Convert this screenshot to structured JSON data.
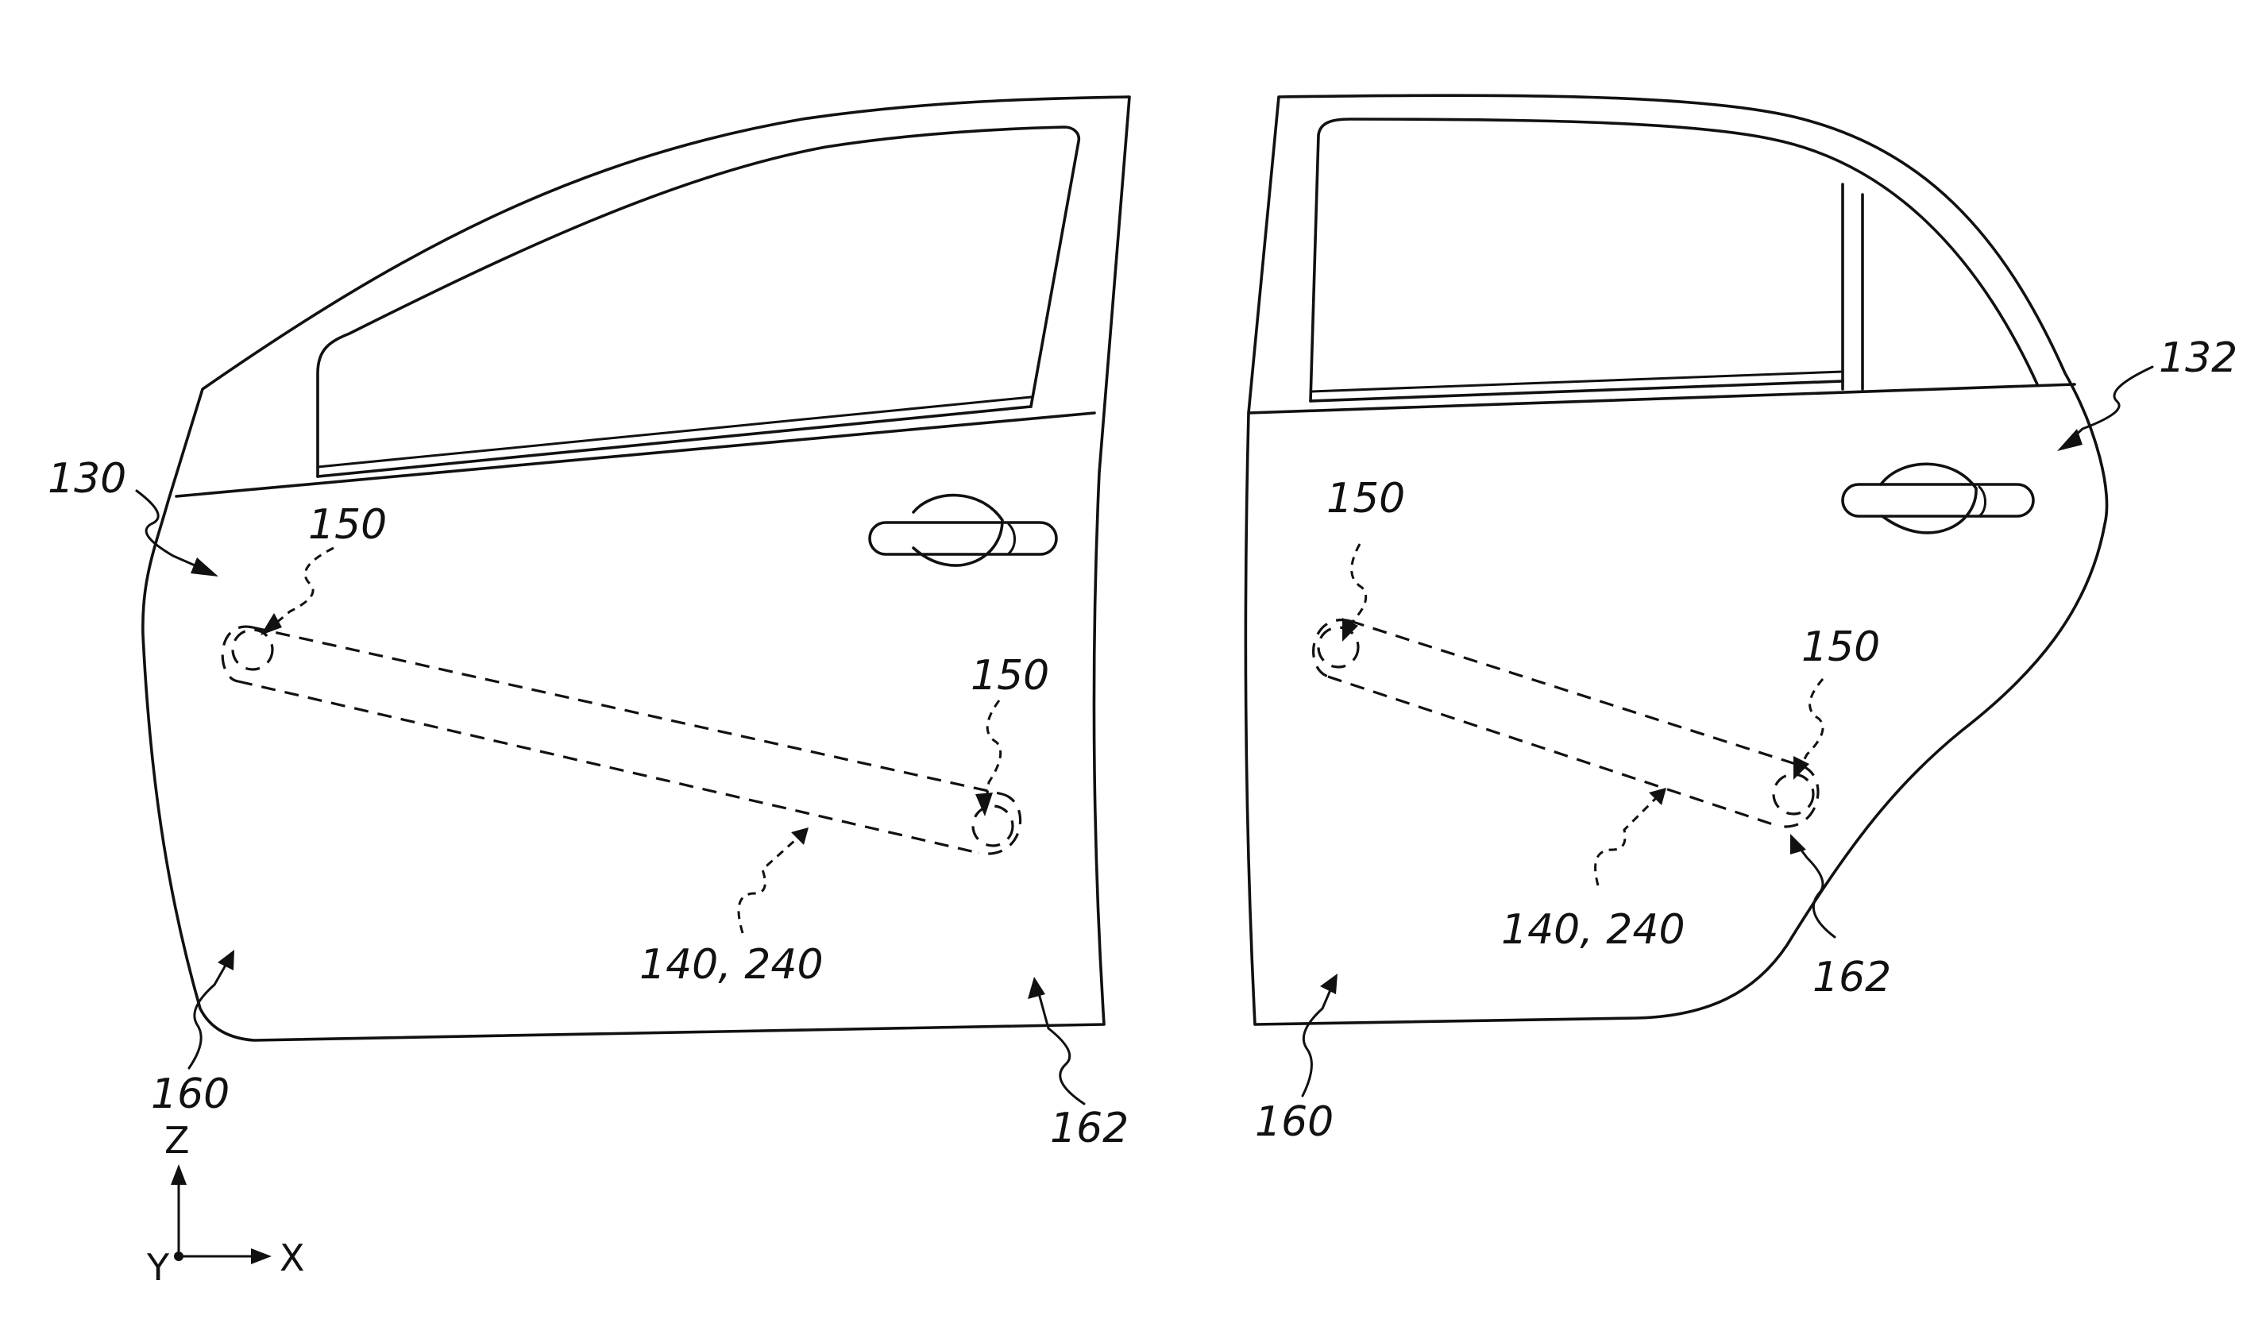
{
  "labels": {
    "front_door": "130",
    "rear_door": "132",
    "anchor_front_left": "150",
    "anchor_front_right": "150",
    "anchor_rear_left": "150",
    "anchor_rear_right": "150",
    "beam_front": "140, 240",
    "beam_rear": "140, 240",
    "front_lower_left": "160",
    "front_lower_right": "162",
    "rear_lower_left": "160",
    "rear_lower_right": "162"
  },
  "axes": {
    "z": "Z",
    "y": "Y",
    "x": "X"
  }
}
